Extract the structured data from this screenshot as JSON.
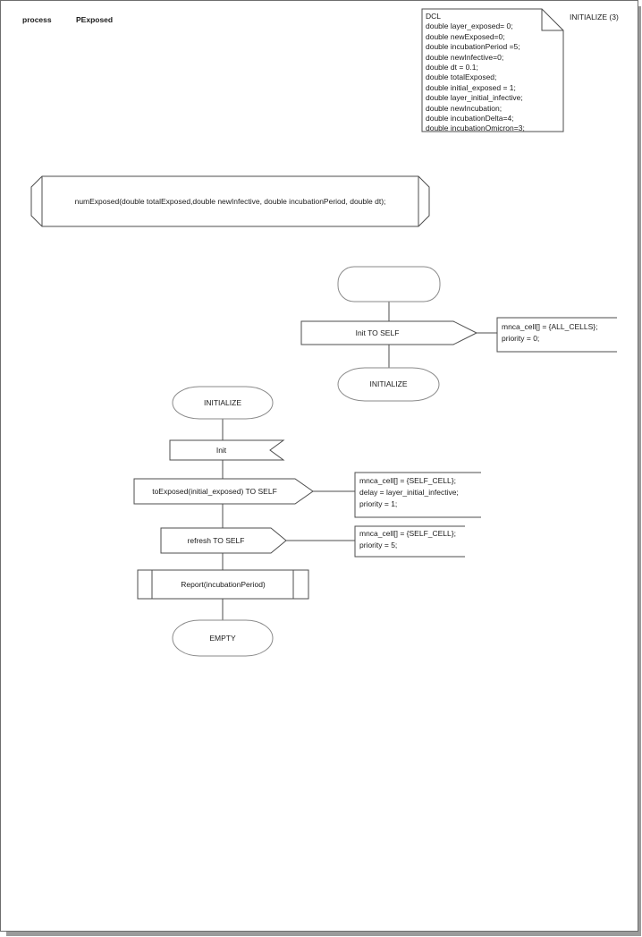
{
  "header": {
    "keyword": "process",
    "name": "PExposed"
  },
  "page_label": "INITIALIZE (3)",
  "declarations": {
    "text": "DCL\ndouble layer_exposed= 0;\ndouble newExposed=0;\ndouble incubationPeriod =5;\ndouble newInfective=0;\ndouble dt = 0.1;\ndouble totalExposed;\ndouble initial_exposed = 1;\ndouble layer_initial_infective;\ndouble newIncubation;\ndouble incubationDelta=4;\ndouble incubationOmicron=3;"
  },
  "signature": "numExposed(double totalExposed,double newInfective, double incubationPeriod, double dt);",
  "right_flow": {
    "send_init": "Init TO SELF",
    "send_init_comment": "mnca_cell[] = {ALL_CELLS};\npriority = 0;",
    "next_state": "INITIALIZE"
  },
  "left_flow": {
    "state": "INITIALIZE",
    "input": "Init",
    "send_to_exposed": "toExposed(initial_exposed) TO SELF",
    "send_to_exposed_comment": "mnca_cell[] = {SELF_CELL};\ndelay = layer_initial_infective;\npriority = 1;",
    "send_refresh": "refresh TO SELF",
    "send_refresh_comment": "mnca_cell[] = {SELF_CELL};\npriority = 5;",
    "procedure_call": "Report(incubationPeriod)",
    "next_state": "EMPTY"
  },
  "colors": {
    "shape_stroke": "#4d4d4d",
    "state_stroke": "#8a8a8a",
    "text": "#1a1a1a",
    "page_border": "#6e6e6e",
    "shadow": "#9b9b9b"
  }
}
